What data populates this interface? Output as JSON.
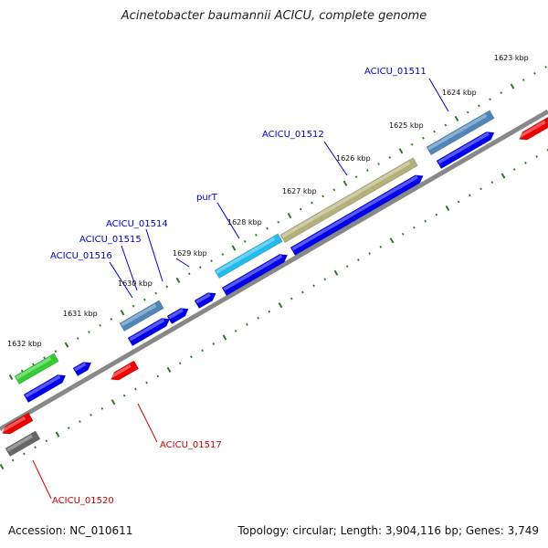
{
  "title": "Acinetobacter baumannii ACICU, complete genome",
  "footer": {
    "accession": "Accession: NC_010611",
    "summary": "Topology: circular; Length: 3,904,116 bp; Genes: 3,749"
  },
  "colors": {
    "forward_label": "#0000cc",
    "reverse_label": "#cc0000",
    "backbone": "#888888",
    "tick": "#2a7a2a",
    "cds_blue": "#0000ee",
    "cds_red": "#ee0000",
    "steelblue": "#4f86b8",
    "olive": "#b5b07a",
    "cyan": "#22bbee",
    "green": "#33cc33",
    "gray": "#666666"
  },
  "kbp_labels": [
    {
      "text": "1623 kbp"
    },
    {
      "text": "1624 kbp"
    },
    {
      "text": "1625 kbp"
    },
    {
      "text": "1626 kbp"
    },
    {
      "text": "1627 kbp"
    },
    {
      "text": "1628 kbp"
    },
    {
      "text": "1629 kbp"
    },
    {
      "text": "1630 kbp"
    },
    {
      "text": "1631 kbp"
    },
    {
      "text": "1632 kbp"
    }
  ],
  "gene_labels": [
    {
      "text": "ACICU_01511",
      "strand": "forward"
    },
    {
      "text": "ACICU_01512",
      "strand": "forward"
    },
    {
      "text": "purT",
      "strand": "forward"
    },
    {
      "text": "ACICU_01514",
      "strand": "forward"
    },
    {
      "text": "ACICU_01515",
      "strand": "forward"
    },
    {
      "text": "ACICU_01516",
      "strand": "forward"
    },
    {
      "text": "ACICU_01517",
      "strand": "reverse"
    },
    {
      "text": "ACICU_01520",
      "strand": "reverse"
    }
  ]
}
